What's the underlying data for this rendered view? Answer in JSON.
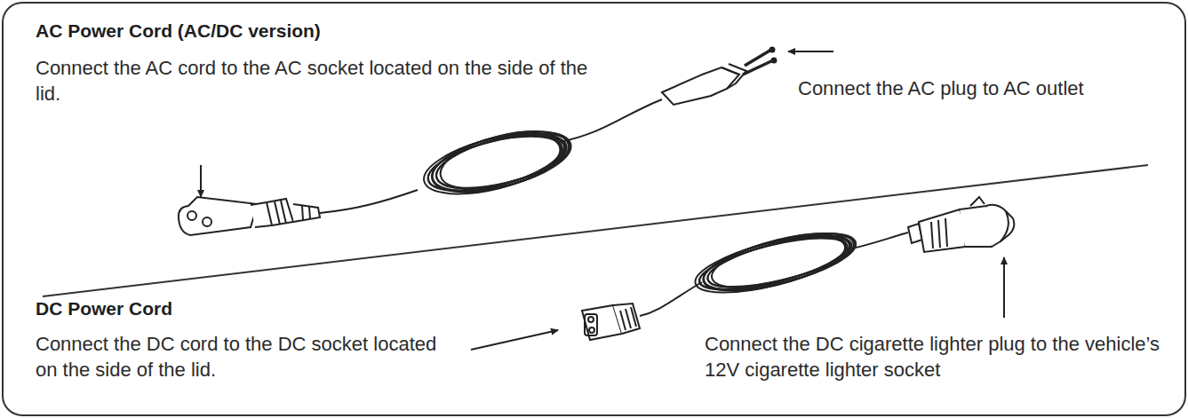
{
  "diagram": {
    "labels": [
      "AC Power Cord (AC/DC version)",
      "Connect the AC cord to the AC socket located on the side of the lid.",
      "Connect the AC plug to AC outlet",
      "DC Power Cord",
      "Connect the DC cord to the DC socket located on the side of the lid.",
      "Connect the DC cigarette lighter plug to the vehicle’s 12V cigarette lighter socket"
    ]
  }
}
